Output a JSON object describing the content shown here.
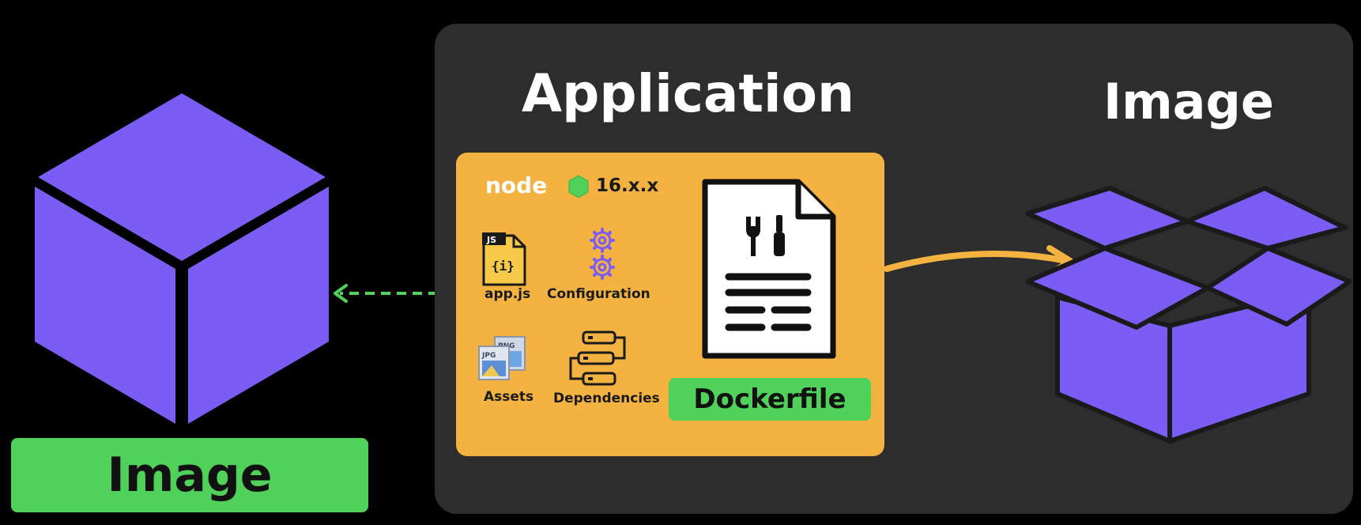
{
  "titles": {
    "application": "Application",
    "image_right": "Image"
  },
  "badges": {
    "image_left": "Image",
    "dockerfile": "Dockerfile"
  },
  "node": {
    "logo_text": "node",
    "version": "16.x.x"
  },
  "files": {
    "app_js": "app.js",
    "js_tag": "JS",
    "js_symbol": "{i}",
    "configuration": "Configuration",
    "assets": "Assets",
    "assets_tag_png": "PNG",
    "assets_tag_jpg": "JPG",
    "dependencies": "Dependencies"
  },
  "colors": {
    "background": "#000000",
    "panel": "#2d2d2d",
    "app_box": "#f4b340",
    "green_badge": "#4fd15a",
    "cube_purple": "#7b5cf5",
    "arrow_yellow": "#f4b340",
    "arrow_green": "#4fd15a"
  }
}
